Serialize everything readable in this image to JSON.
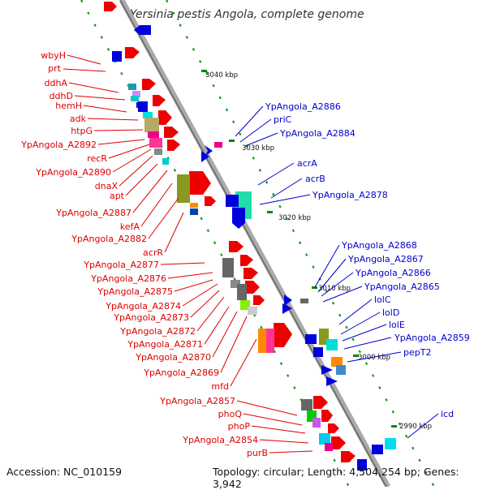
{
  "title": "Yersinia pestis Angola, complete genome",
  "accession": "Accession: NC_010159",
  "summary": "Topology: circular; Length: 4,504,254 bp; Genes: 3,942",
  "ticks": [
    "3040 kbp",
    "3030 kbp",
    "3020 kbp",
    "3010 kbp",
    "3000 kbp",
    "2990 kbp"
  ],
  "left_labels": [
    "wbyH",
    "prt",
    "ddhA",
    "ddhD",
    "hemH",
    "adk",
    "htpG",
    "YpAngola_A2892",
    "recR",
    "YpAngola_A2890",
    "dnaX",
    "apt",
    "YpAngola_A2887",
    "kefA",
    "YpAngola_A2882",
    "acrR",
    "YpAngola_A2877",
    "YpAngola_A2876",
    "YpAngola_A2875",
    "YpAngola_A2874",
    "YpAngola_A2873",
    "YpAngola_A2872",
    "YpAngola_A2871",
    "YpAngola_A2870",
    "YpAngola_A2869",
    "mfd",
    "YpAngola_A2857",
    "phoQ",
    "phoP",
    "YpAngola_A2854",
    "purB"
  ],
  "right_labels": [
    "YpAngola_A2886",
    "priC",
    "YpAngola_A2884",
    "acrA",
    "acrB",
    "YpAngola_A2878",
    "YpAngola_A2868",
    "YpAngola_A2867",
    "YpAngola_A2866",
    "YpAngola_A2865",
    "lolC",
    "lolD",
    "lolE",
    "YpAngola_A2859",
    "pepT2",
    "icd"
  ],
  "colors": {
    "forward_strand": "#ee0000",
    "reverse_strand": "#0000dd",
    "backbone": "#888888",
    "tick_mark": "#008800"
  }
}
